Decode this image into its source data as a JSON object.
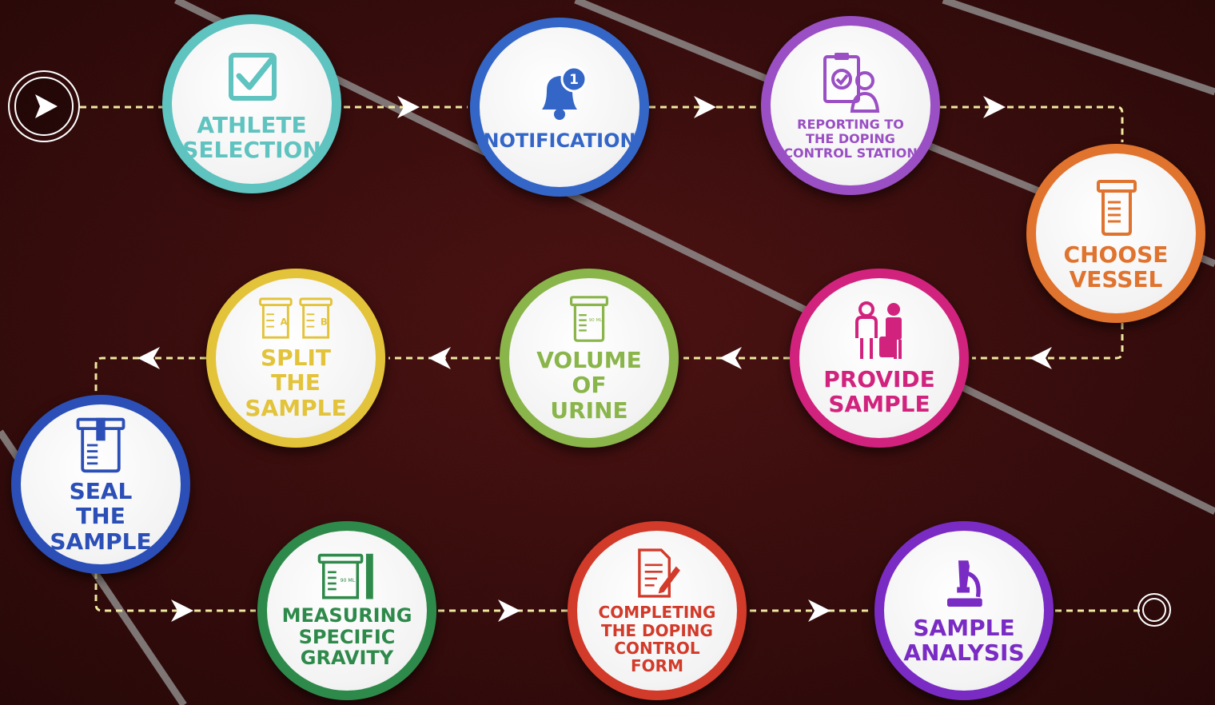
{
  "steps": [
    {
      "label": "ATHLETE\nSELECTION",
      "color": "#5fc3c0",
      "icon": "checkbox-icon"
    },
    {
      "label": "NOTIFICATION",
      "color": "#3466c8",
      "icon": "bell-icon",
      "badge": "1"
    },
    {
      "label": "REPORTING TO\nTHE DOPING\nCONTROL STATION",
      "color": "#9a4fc4",
      "icon": "clipboard-person-icon"
    },
    {
      "label": "CHOOSE\nVESSEL",
      "color": "#e0732e",
      "icon": "container-icon"
    },
    {
      "label": "PROVIDE\nSAMPLE",
      "color": "#d1237e",
      "icon": "people-icon"
    },
    {
      "label": "VOLUME\nOF\nURINE",
      "color": "#8ab54a",
      "icon": "urine-cup-icon",
      "cup_mark": "90 ML"
    },
    {
      "label": "SPLIT\nTHE\nSAMPLE",
      "color": "#e3c33a",
      "icon": "split-cups-icon",
      "cup_a": "A",
      "cup_b": "B"
    },
    {
      "label": "SEAL\nTHE\nSAMPLE",
      "color": "#2b4fb7",
      "icon": "sealed-cup-icon"
    },
    {
      "label": "MEASURING\nSPECIFIC\nGRAVITY",
      "color": "#2e8a4a",
      "icon": "gauge-cup-icon",
      "cup_mark": "90 ML"
    },
    {
      "label": "COMPLETING\nTHE DOPING\nCONTROL\nFORM",
      "color": "#d23a2a",
      "icon": "form-pen-icon"
    },
    {
      "label": "SAMPLE\nANALYSIS",
      "color": "#7a2bc4",
      "icon": "microscope-icon"
    }
  ]
}
